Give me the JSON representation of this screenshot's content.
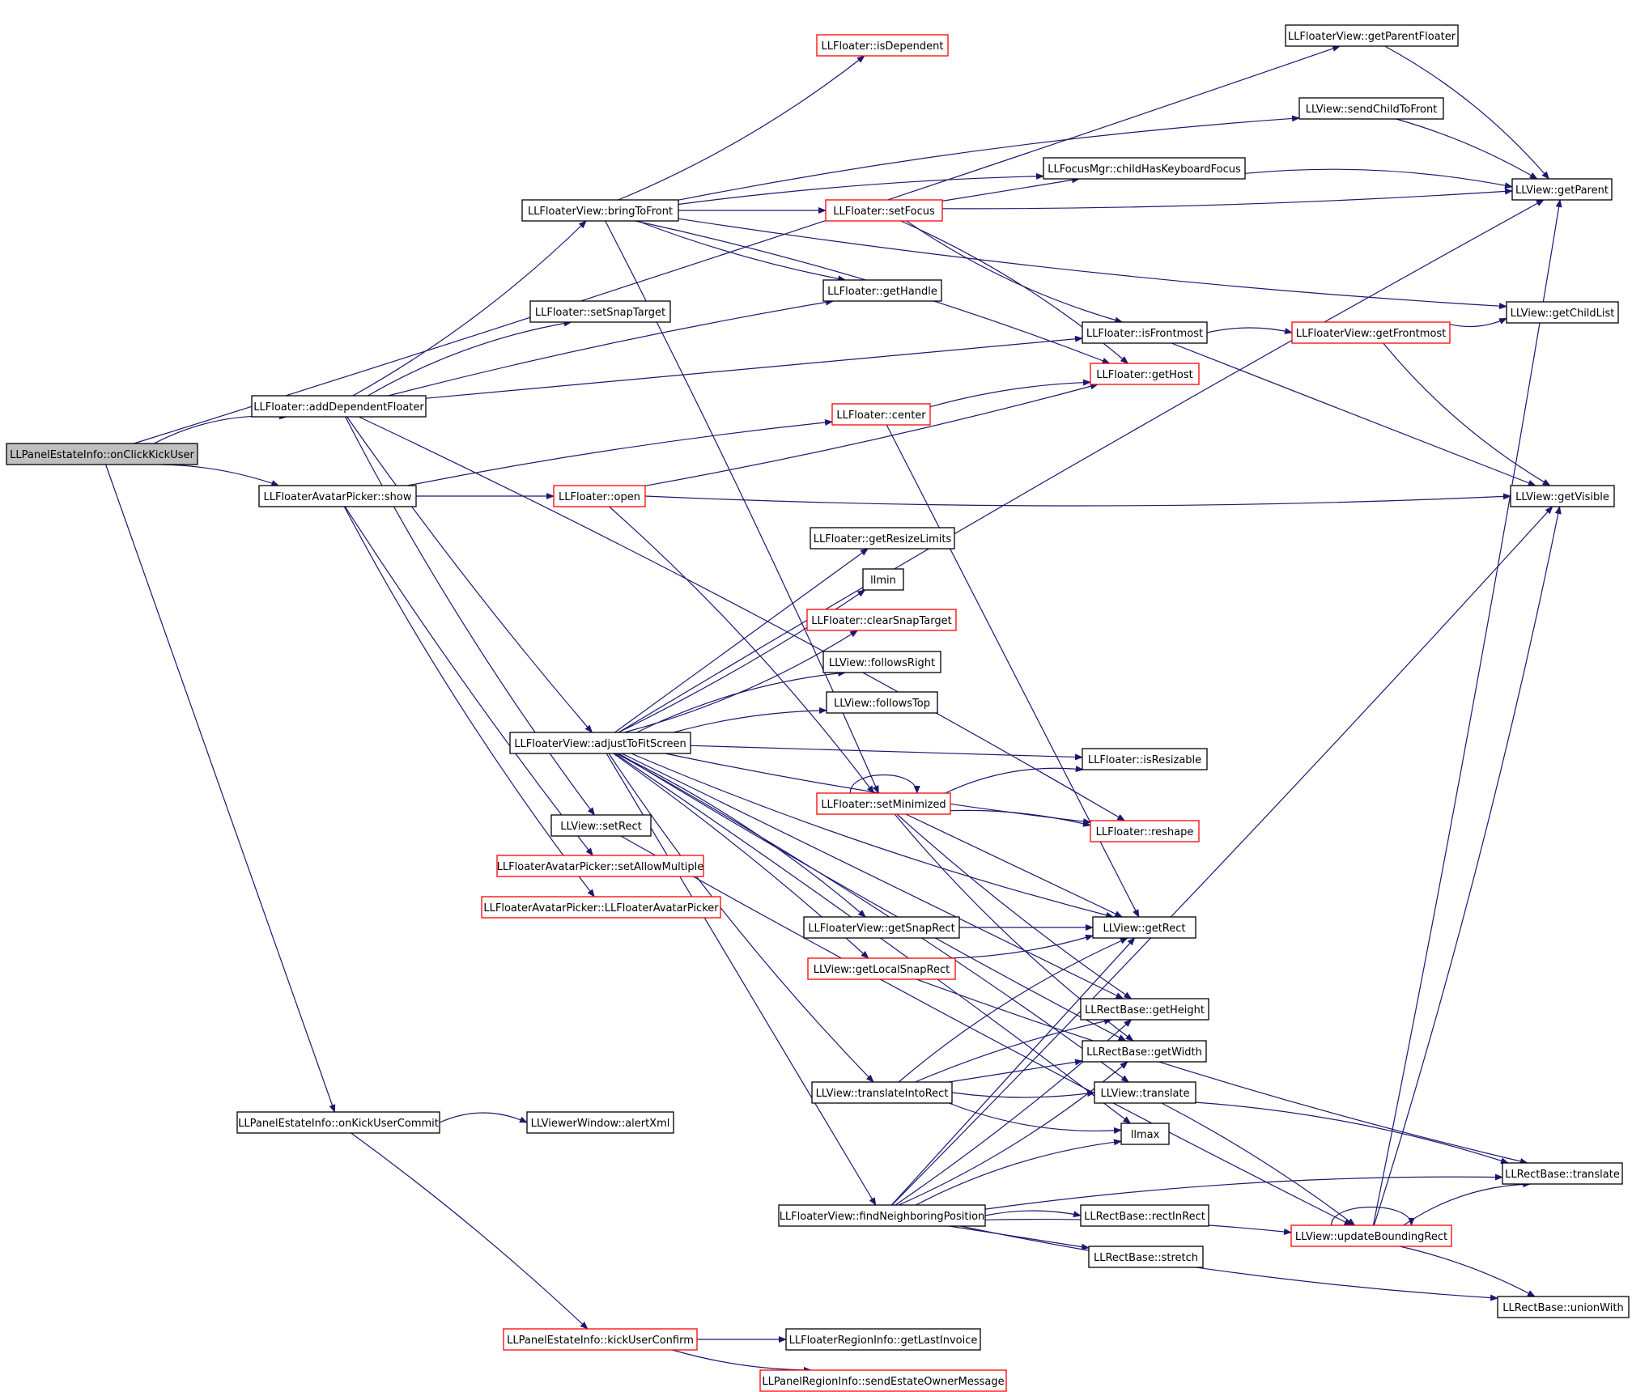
{
  "colors": {
    "edge": "#191970",
    "node_border": "#000000",
    "node_border_truncated": "#ff0000",
    "root_fill": "#bfbfbf",
    "node_fill": "#ffffff",
    "text": "#000000"
  },
  "nodes": [
    {
      "id": "root",
      "label": "LLPanelEstateInfo::onClickKickUser",
      "style": "root"
    },
    {
      "id": "addDependentFloater",
      "label": "LLFloater::addDependentFloater",
      "style": "normal"
    },
    {
      "id": "avatarShow",
      "label": "LLFloaterAvatarPicker::show",
      "style": "normal"
    },
    {
      "id": "onKickUserCommit",
      "label": "LLPanelEstateInfo::onKickUserCommit",
      "style": "normal"
    },
    {
      "id": "bringToFront",
      "label": "LLFloaterView::bringToFront",
      "style": "normal"
    },
    {
      "id": "setSnapTarget",
      "label": "LLFloater::setSnapTarget",
      "style": "normal"
    },
    {
      "id": "adjustToFitScreen",
      "label": "LLFloaterView::adjustToFitScreen",
      "style": "normal"
    },
    {
      "id": "setRect",
      "label": "LLView::setRect",
      "style": "normal"
    },
    {
      "id": "open",
      "label": "LLFloater::open",
      "style": "truncated"
    },
    {
      "id": "setAllowMultiple",
      "label": "LLFloaterAvatarPicker::setAllowMultiple",
      "style": "truncated"
    },
    {
      "id": "avatarCtor",
      "label": "LLFloaterAvatarPicker::LLFloaterAvatarPicker",
      "style": "truncated"
    },
    {
      "id": "alertXml",
      "label": "LLViewerWindow::alertXml",
      "style": "normal"
    },
    {
      "id": "kickUserConfirm",
      "label": "LLPanelEstateInfo::kickUserConfirm",
      "style": "truncated"
    },
    {
      "id": "isDependent",
      "label": "LLFloater::isDependent",
      "style": "truncated"
    },
    {
      "id": "setFocus",
      "label": "LLFloater::setFocus",
      "style": "truncated"
    },
    {
      "id": "getHandle",
      "label": "LLFloater::getHandle",
      "style": "normal"
    },
    {
      "id": "center",
      "label": "LLFloater::center",
      "style": "truncated"
    },
    {
      "id": "getResizeLimits",
      "label": "LLFloater::getResizeLimits",
      "style": "normal"
    },
    {
      "id": "llmin",
      "label": "llmin",
      "style": "normal"
    },
    {
      "id": "clearSnapTarget",
      "label": "LLFloater::clearSnapTarget",
      "style": "truncated"
    },
    {
      "id": "followsRight",
      "label": "LLView::followsRight",
      "style": "normal"
    },
    {
      "id": "followsTop",
      "label": "LLView::followsTop",
      "style": "normal"
    },
    {
      "id": "setMinimized",
      "label": "LLFloater::setMinimized",
      "style": "truncated"
    },
    {
      "id": "getSnapRect",
      "label": "LLFloaterView::getSnapRect",
      "style": "normal"
    },
    {
      "id": "getLocalSnapRect",
      "label": "LLView::getLocalSnapRect",
      "style": "truncated"
    },
    {
      "id": "translateIntoRect",
      "label": "LLView::translateIntoRect",
      "style": "normal"
    },
    {
      "id": "findNeighboringPosition",
      "label": "LLFloaterView::findNeighboringPosition",
      "style": "normal"
    },
    {
      "id": "getLastInvoice",
      "label": "LLFloaterRegionInfo::getLastInvoice",
      "style": "normal"
    },
    {
      "id": "sendEstateOwnerMessage",
      "label": "LLPanelRegionInfo::sendEstateOwnerMessage",
      "style": "truncated"
    },
    {
      "id": "childHasKeyboardFocus",
      "label": "LLFocusMgr::childHasKeyboardFocus",
      "style": "normal"
    },
    {
      "id": "isFrontmost",
      "label": "LLFloater::isFrontmost",
      "style": "normal"
    },
    {
      "id": "getHost",
      "label": "LLFloater::getHost",
      "style": "truncated"
    },
    {
      "id": "isResizable",
      "label": "LLFloater::isResizable",
      "style": "normal"
    },
    {
      "id": "reshape",
      "label": "LLFloater::reshape",
      "style": "truncated"
    },
    {
      "id": "getRect",
      "label": "LLView::getRect",
      "style": "normal"
    },
    {
      "id": "getHeight",
      "label": "LLRectBase::getHeight",
      "style": "normal"
    },
    {
      "id": "getWidth",
      "label": "LLRectBase::getWidth",
      "style": "normal"
    },
    {
      "id": "translate",
      "label": "LLView::translate",
      "style": "normal"
    },
    {
      "id": "llmax",
      "label": "llmax",
      "style": "normal"
    },
    {
      "id": "rectInRect",
      "label": "LLRectBase::rectInRect",
      "style": "normal"
    },
    {
      "id": "stretch",
      "label": "LLRectBase::stretch",
      "style": "normal"
    },
    {
      "id": "getParentFloater",
      "label": "LLFloaterView::getParentFloater",
      "style": "normal"
    },
    {
      "id": "sendChildToFront",
      "label": "LLView::sendChildToFront",
      "style": "normal"
    },
    {
      "id": "getFrontmost",
      "label": "LLFloaterView::getFrontmost",
      "style": "truncated"
    },
    {
      "id": "updateBoundingRect",
      "label": "LLView::updateBoundingRect",
      "style": "truncated"
    },
    {
      "id": "getParent",
      "label": "LLView::getParent",
      "style": "normal"
    },
    {
      "id": "getChildList",
      "label": "LLView::getChildList",
      "style": "normal"
    },
    {
      "id": "getVisible",
      "label": "LLView::getVisible",
      "style": "normal"
    },
    {
      "id": "rectTranslate",
      "label": "LLRectBase::translate",
      "style": "normal"
    },
    {
      "id": "unionWith",
      "label": "LLRectBase::unionWith",
      "style": "normal"
    }
  ],
  "edges": [
    [
      "root",
      "addDependentFloater"
    ],
    [
      "root",
      "avatarShow"
    ],
    [
      "root",
      "onKickUserCommit"
    ],
    [
      "root",
      "getParentFloater"
    ],
    [
      "addDependentFloater",
      "bringToFront"
    ],
    [
      "addDependentFloater",
      "setSnapTarget"
    ],
    [
      "addDependentFloater",
      "getHandle"
    ],
    [
      "addDependentFloater",
      "isFrontmost"
    ],
    [
      "addDependentFloater",
      "adjustToFitScreen"
    ],
    [
      "addDependentFloater",
      "setRect"
    ],
    [
      "addDependentFloater",
      "reshape"
    ],
    [
      "avatarShow",
      "center"
    ],
    [
      "avatarShow",
      "open"
    ],
    [
      "avatarShow",
      "setAllowMultiple"
    ],
    [
      "avatarShow",
      "avatarCtor"
    ],
    [
      "onKickUserCommit",
      "alertXml"
    ],
    [
      "onKickUserCommit",
      "kickUserConfirm"
    ],
    [
      "kickUserConfirm",
      "getLastInvoice"
    ],
    [
      "kickUserConfirm",
      "sendEstateOwnerMessage"
    ],
    [
      "bringToFront",
      "isDependent"
    ],
    [
      "bringToFront",
      "sendChildToFront"
    ],
    [
      "bringToFront",
      "childHasKeyboardFocus"
    ],
    [
      "bringToFront",
      "setFocus"
    ],
    [
      "bringToFront",
      "getHandle"
    ],
    [
      "bringToFront",
      "getChildList"
    ],
    [
      "bringToFront",
      "getHost"
    ],
    [
      "bringToFront",
      "setMinimized"
    ],
    [
      "setFocus",
      "childHasKeyboardFocus"
    ],
    [
      "setFocus",
      "getParent"
    ],
    [
      "setFocus",
      "isFrontmost"
    ],
    [
      "setFocus",
      "getHost"
    ],
    [
      "center",
      "getHost"
    ],
    [
      "center",
      "getRect"
    ],
    [
      "open",
      "getHost"
    ],
    [
      "open",
      "getVisible"
    ],
    [
      "open",
      "setMinimized"
    ],
    [
      "adjustToFitScreen",
      "getParent"
    ],
    [
      "adjustToFitScreen",
      "getResizeLimits"
    ],
    [
      "adjustToFitScreen",
      "llmin"
    ],
    [
      "adjustToFitScreen",
      "clearSnapTarget"
    ],
    [
      "adjustToFitScreen",
      "followsRight"
    ],
    [
      "adjustToFitScreen",
      "followsTop"
    ],
    [
      "adjustToFitScreen",
      "isResizable"
    ],
    [
      "adjustToFitScreen",
      "reshape"
    ],
    [
      "adjustToFitScreen",
      "getRect"
    ],
    [
      "adjustToFitScreen",
      "getSnapRect"
    ],
    [
      "adjustToFitScreen",
      "getLocalSnapRect"
    ],
    [
      "adjustToFitScreen",
      "getHeight"
    ],
    [
      "adjustToFitScreen",
      "getWidth"
    ],
    [
      "adjustToFitScreen",
      "translateIntoRect"
    ],
    [
      "adjustToFitScreen",
      "translate"
    ],
    [
      "adjustToFitScreen",
      "llmax"
    ],
    [
      "adjustToFitScreen",
      "findNeighboringPosition"
    ],
    [
      "setRect",
      "updateBoundingRect"
    ],
    [
      "setMinimized",
      "setMinimized"
    ],
    [
      "setMinimized",
      "isResizable"
    ],
    [
      "setMinimized",
      "reshape"
    ],
    [
      "setMinimized",
      "getRect"
    ],
    [
      "setMinimized",
      "getHeight"
    ],
    [
      "setMinimized",
      "getWidth"
    ],
    [
      "childHasKeyboardFocus",
      "getParent"
    ],
    [
      "isFrontmost",
      "getFrontmost"
    ],
    [
      "isFrontmost",
      "getVisible"
    ],
    [
      "getFrontmost",
      "getChildList"
    ],
    [
      "getFrontmost",
      "getVisible"
    ],
    [
      "getParentFloater",
      "getParent"
    ],
    [
      "sendChildToFront",
      "getParent"
    ],
    [
      "getSnapRect",
      "getRect"
    ],
    [
      "getLocalSnapRect",
      "getRect"
    ],
    [
      "getLocalSnapRect",
      "rectTranslate"
    ],
    [
      "translateIntoRect",
      "getRect"
    ],
    [
      "translateIntoRect",
      "getHeight"
    ],
    [
      "translateIntoRect",
      "getWidth"
    ],
    [
      "translateIntoRect",
      "translate"
    ],
    [
      "translateIntoRect",
      "llmax"
    ],
    [
      "translate",
      "rectTranslate"
    ],
    [
      "translate",
      "updateBoundingRect"
    ],
    [
      "findNeighboringPosition",
      "getRect"
    ],
    [
      "findNeighboringPosition",
      "getHeight"
    ],
    [
      "findNeighboringPosition",
      "getWidth"
    ],
    [
      "findNeighboringPosition",
      "llmax"
    ],
    [
      "findNeighboringPosition",
      "rectInRect"
    ],
    [
      "findNeighboringPosition",
      "stretch"
    ],
    [
      "findNeighboringPosition",
      "getVisible"
    ],
    [
      "findNeighboringPosition",
      "unionWith"
    ],
    [
      "findNeighboringPosition",
      "rectTranslate"
    ],
    [
      "findNeighboringPosition",
      "updateBoundingRect"
    ],
    [
      "updateBoundingRect",
      "updateBoundingRect"
    ],
    [
      "updateBoundingRect",
      "getParent"
    ],
    [
      "updateBoundingRect",
      "getVisible"
    ],
    [
      "updateBoundingRect",
      "rectTranslate"
    ],
    [
      "updateBoundingRect",
      "unionWith"
    ]
  ]
}
